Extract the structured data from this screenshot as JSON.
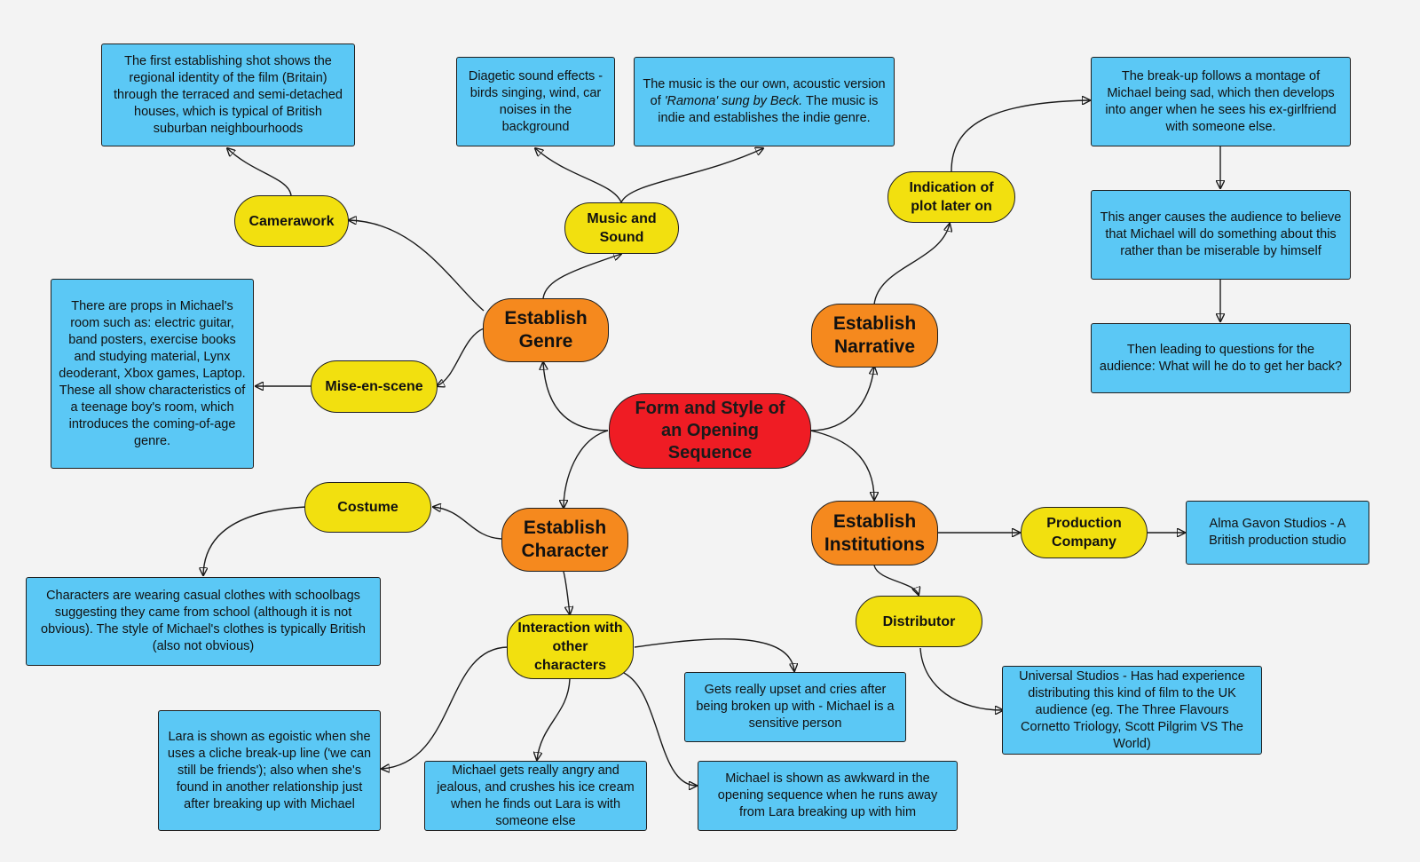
{
  "root": {
    "label": "Form and Style of an Opening Sequence"
  },
  "hubs": {
    "genre": "Establish Genre",
    "narrative": "Establish Narrative",
    "character": "Establish Character",
    "institutions": "Establish Institutions"
  },
  "subtopics": {
    "camerawork": "Camerawork",
    "music": "Music and Sound",
    "mise": "Mise-en-scene",
    "plot": "Indication of plot later on",
    "costume": "Costume",
    "interaction": "Interaction with other characters",
    "production": "Production Company",
    "distributor": "Distributor"
  },
  "notes": {
    "camerawork": "The first establishing shot shows the regional identity of the film (Britain) through the terraced and semi-detached houses, which is typical of British suburban neighbourhoods",
    "diagetic": "Diagetic sound effects - birds singing, wind, car noises in the background",
    "music_a": "The music is the our own, acoustic version of",
    "music_em": "'Ramona' sung by Beck.",
    "music_b": "The music is indie and establishes the indie genre.",
    "mise": "There are props in Michael's room such as: electric guitar, band posters, exercise books and studying material, Lynx deoderant, Xbox games, Laptop. These all show characteristics of a teenage boy's room, which introduces the coming-of-age genre.",
    "breakup": "The break-up follows a montage of Michael being sad, which then develops into anger when he sees his ex-girlfriend with someone else.",
    "anger": "This anger causes the audience to believe that Michael will do something about this rather than be miserable by himself",
    "questions": "Then leading to questions for the audience: What will he do to get her back?",
    "costume": "Characters are wearing casual clothes with schoolbags suggesting they came from school (although it is not obvious). The style of Michael's clothes is typically British (also not obvious)",
    "upset": "Gets really upset and cries after being broken up with - Michael is a sensitive person",
    "lara": "Lara is shown as egoistic when she uses a cliche break-up line ('we can still be friends'); also when she's found in another relationship just after breaking up with Michael",
    "angry": "Michael gets really angry and jealous, and crushes his ice cream when he finds out Lara is with someone else",
    "awkward": "Michael is shown as awkward in the opening sequence when he runs away from Lara breaking up with him",
    "production": "Alma Gavon Studios - A British production studio",
    "distributor": "Universal Studios - Has had experience distributing this kind of film to the UK audience (eg. The Three Flavours Cornetto Triology, Scott Pilgrim VS The World)"
  },
  "colors": {
    "root": "#ef1c24",
    "hub": "#f5891e",
    "subtopic": "#f2e00f",
    "note": "#5bc8f5",
    "background": "#f3f3f3"
  }
}
